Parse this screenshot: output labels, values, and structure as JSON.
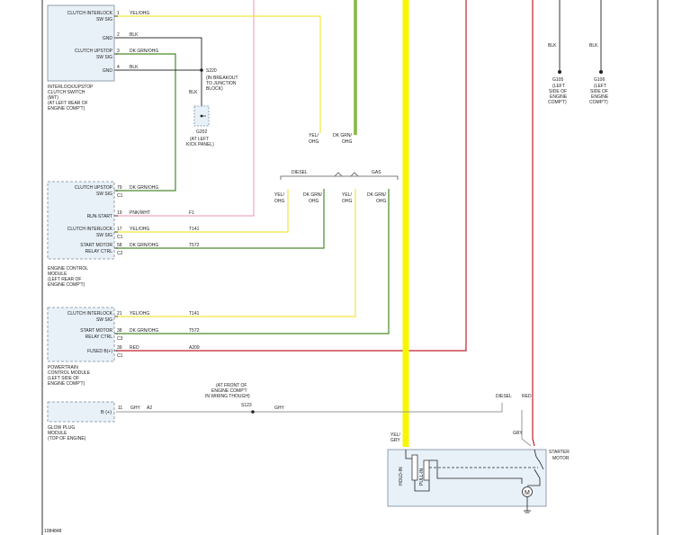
{
  "colors": {
    "yel_ohg": "#f2e640",
    "blk": "#333333",
    "dk_grn_ohg": "#4a8a2a",
    "pnk_wht": "#f0a6c8",
    "red": "#c0202a",
    "gry": "#9a9a9a",
    "fat_yellow": "#f7f700",
    "fat_green": "#2c8a1a",
    "box_fill": "#e8f1f8"
  },
  "clutch_switch": {
    "pins": [
      {
        "name_line1": "CLUTCH INTERLOCK",
        "name_line2": "SW SIG",
        "num": "1",
        "wire": "YEL/OHG"
      },
      {
        "name_line1": "GND",
        "name_line2": "",
        "num": "2",
        "wire": "BLK"
      },
      {
        "name_line1": "CLUTCH UPSTOP",
        "name_line2": "SW SIG",
        "num": "3",
        "wire": "DK GRN/OHG"
      },
      {
        "name_line1": "GND",
        "name_line2": "",
        "num": "4",
        "wire": "BLK"
      }
    ],
    "caption": [
      "INTERLOCK/UPSTOP",
      "CLUTCH SWITCH",
      "(M/T)",
      "(AT LEFT REAR OF",
      "ENGINE COMP'T)"
    ]
  },
  "splice_s220": {
    "id": "S220",
    "note": [
      "(IN BREAKOUT",
      "TO JUNCTION",
      "BLOCK)"
    ],
    "wire": "BLK"
  },
  "ground_g202": {
    "id": "G202",
    "note": [
      "(AT LEFT",
      "KICK PANEL)"
    ]
  },
  "ecm": {
    "pins": [
      {
        "name_line1": "CLUTCH UPSTOP",
        "name_line2": "SW SIG",
        "num": "79",
        "conn": "C1",
        "wire": "DK GRN/OHG",
        "circuit": ""
      },
      {
        "name_line1": "RUN-START",
        "name_line2": "",
        "num": "19",
        "conn": "",
        "wire": "PNK/WHT",
        "circuit": "F1"
      },
      {
        "name_line1": "CLUTCH INTERLOCK",
        "name_line2": "SW SIG",
        "num": "17",
        "conn": "C1",
        "wire": "YEL/OHG",
        "circuit": "T141"
      },
      {
        "name_line1": "START MOTOR",
        "name_line2": "RELAY CTRL",
        "num": "58",
        "conn": "C2",
        "wire": "DK GRN/OHG",
        "circuit": "T572"
      }
    ],
    "caption": [
      "ENGINE CONTROL",
      "MODULE",
      "(LEFT REAR OF",
      "ENGINE COMP'T)"
    ]
  },
  "pcm": {
    "pins": [
      {
        "name_line1": "CLUTCH INTERLOCK",
        "name_line2": "SW SIG",
        "num": "21",
        "conn": "",
        "wire": "YEL/OHG",
        "circuit": "T141"
      },
      {
        "name_line1": "START MOTOR",
        "name_line2": "RELAY CTRL",
        "num": "38",
        "conn": "C3",
        "wire": "DK GRN/OHG",
        "circuit": "T572"
      },
      {
        "name_line1": "FUSED B(+)",
        "name_line2": "",
        "num": "39",
        "conn": "C1",
        "wire": "RED",
        "circuit": "A209"
      }
    ],
    "caption": [
      "POWERTRAIN",
      "CONTROL MODULE",
      "(LEFT SIDE OF",
      "ENGINE COMP'T)"
    ]
  },
  "glow_plug": {
    "pin_name": "B (+)",
    "num": "11",
    "wire": "GHY",
    "circuit": "A2",
    "caption": [
      "GLOW PLUG",
      "MODULE",
      "(TOP OF ENGINE)"
    ]
  },
  "splice_s123": {
    "id": "S123",
    "note": [
      "(AT FRONT OF",
      "ENGINE COMP'T",
      "IN WIRING THOUGH)"
    ],
    "wire": "GHY"
  },
  "branch": {
    "diesel": "DIESEL",
    "gas": "GAS"
  },
  "mid_labels": {
    "yel_ohg": [
      "YEL/",
      "OHG"
    ],
    "dk_grn_ohg": [
      "DK GRN/",
      "OHG"
    ]
  },
  "grounds_right": [
    {
      "id": "G105",
      "wire": "BLK",
      "note": [
        "(LEFT",
        "SIDE OF",
        "ENGINE",
        "COMP'T)"
      ]
    },
    {
      "id": "G106",
      "wire": "BLK",
      "note": [
        "(LEFT",
        "SIDE OF",
        "ENGINE",
        "COMP'T)"
      ]
    }
  ],
  "starter": {
    "caption": [
      "STARTER",
      "MOTOR"
    ],
    "hold_in": "HOLD-IN",
    "pull_in": "PULL-IN",
    "motor_symbol": "M",
    "in_wire": [
      "YEL/",
      "GRY"
    ],
    "gry_wire": "GRY",
    "diesel_label": "DIESEL",
    "red_label": "RED"
  },
  "figure_id": "1084848"
}
